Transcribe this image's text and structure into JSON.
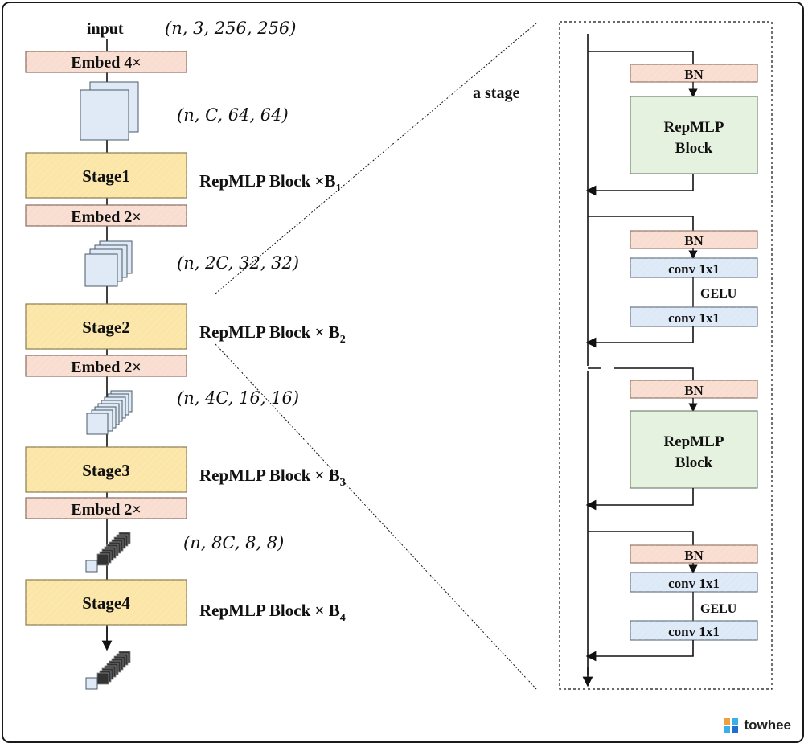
{
  "left_column": {
    "input_label": "input",
    "input_shape": "(n, 3, 256, 256)",
    "embed_4x": "Embed 4×",
    "shape_1": "(n, C, 64, 64)",
    "stage1": "Stage1",
    "stage1_desc": "RepMLP Block ×B",
    "stage1_sub": "1",
    "embed_2x_a": "Embed 2×",
    "shape_2": "(n, 2C, 32, 32)",
    "stage2": "Stage2",
    "stage2_desc": "RepMLP Block × B",
    "stage2_sub": "2",
    "embed_2x_b": "Embed 2×",
    "shape_3": "(n, 4C, 16, 16)",
    "stage3": "Stage3",
    "stage3_desc": "RepMLP Block × B",
    "stage3_sub": "3",
    "embed_2x_c": "Embed 2×",
    "shape_4": "(n, 8C, 8, 8)",
    "stage4": "Stage4",
    "stage4_desc": "RepMLP Block × B",
    "stage4_sub": "4"
  },
  "stage_detail": {
    "caption": "a stage",
    "block1": {
      "norm": "BN",
      "main_line1": "RepMLP",
      "main_line2": "Block"
    },
    "block2": {
      "norm": "BN",
      "conv_a": "conv 1x1",
      "act": "GELU",
      "conv_b": "conv 1x1"
    },
    "block3": {
      "norm": "BN",
      "main_line1": "RepMLP",
      "main_line2": "Block"
    },
    "block4": {
      "norm": "BN",
      "conv_a": "conv 1x1",
      "act": "GELU",
      "conv_b": "conv 1x1"
    }
  },
  "colors": {
    "embed_fill": "#f8ddd0",
    "stage_fill": "#fbe6a8",
    "repmlp_fill": "#e6f2e0",
    "conv_fill": "#dde9f6",
    "feature_fill": "#dfeaf6"
  },
  "logo": {
    "text": "towhee"
  }
}
